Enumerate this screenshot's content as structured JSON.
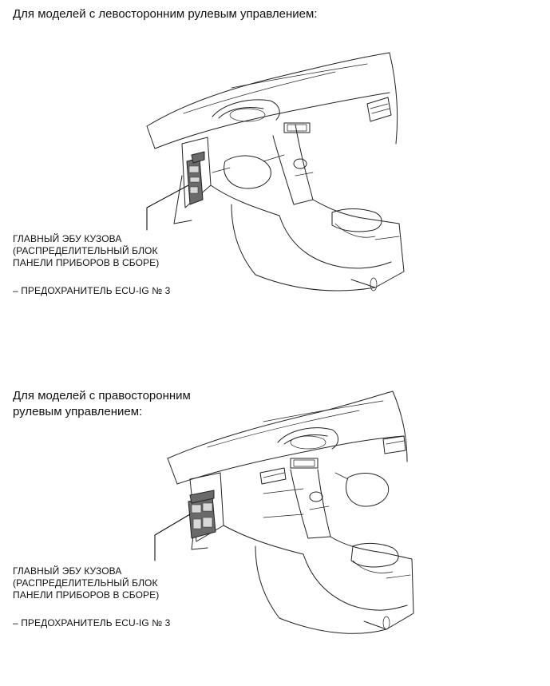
{
  "sections": [
    {
      "heading": "Для моделей с левосторонним рулевым управлением:",
      "callout": {
        "lines": [
          "ГЛАВНЫЙ ЭБУ КУЗОВА",
          "(РАСПРЕДЕЛИТЕЛЬНЫЙ БЛОК",
          "ПАНЕЛИ ПРИБОРОВ В СБОРЕ)"
        ],
        "fuse": "– ПРЕДОХРАНИТЕЛЬ ECU-IG № 3"
      }
    },
    {
      "heading_lines": [
        "Для моделей с правосторонним",
        "рулевым управлением:"
      ],
      "callout": {
        "lines": [
          "ГЛАВНЫЙ ЭБУ КУЗОВА",
          "(РАСПРЕДЕЛИТЕЛЬНЫЙ БЛОК",
          "ПАНЕЛИ ПРИБОРОВ В СБОРЕ)"
        ],
        "fuse": "– ПРЕДОХРАНИТЕЛЬ ECU-IG № 3"
      }
    }
  ]
}
